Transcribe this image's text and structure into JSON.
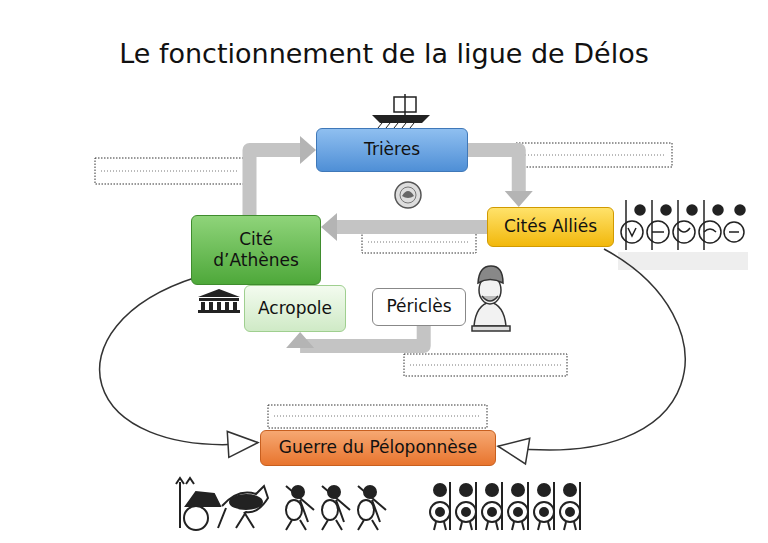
{
  "diagram": {
    "title": "Le fonctionnement de la ligue de Délos",
    "nodes": [
      {
        "text": [
          "Trières"
        ]
      },
      {
        "text": [
          "Cités Alliés"
        ]
      },
      {
        "text": [
          "Cité d’Athènes"
        ]
      },
      {
        "text": [
          "Acropole"
        ]
      },
      {
        "text": [
          "Périclès"
        ]
      },
      {
        "text": [
          "Guerre du Péloponnèse"
        ]
      }
    ],
    "edges": [
      {
        "from": 2,
        "to": 0,
        "arrow": "to"
      },
      {
        "from": 0,
        "to": 1,
        "arrow": "to"
      },
      {
        "from": 1,
        "to": 2,
        "arrow": "to"
      },
      {
        "from": 4,
        "to": 3,
        "arrow": "to"
      },
      {
        "from": 2,
        "to": 5,
        "arrow": "to"
      },
      {
        "from": 1,
        "to": 5,
        "arrow": "to"
      }
    ]
  }
}
